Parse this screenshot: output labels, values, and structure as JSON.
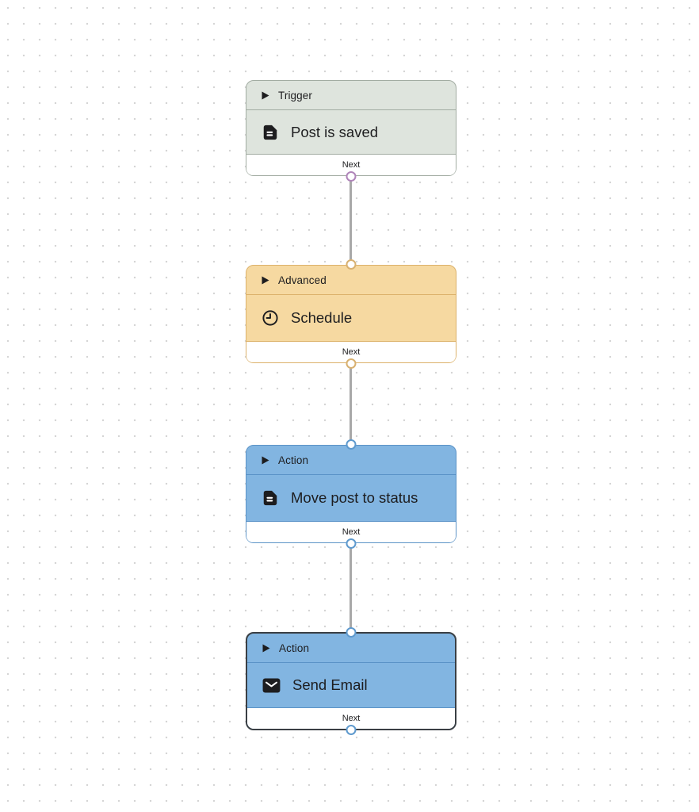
{
  "canvas": {
    "dot_color": "#d5d5d5",
    "edge_color": "#a8a8a8",
    "selected_border_color": "#3a3f44",
    "text_color": "#1d1d1f"
  },
  "nodes": [
    {
      "type_label": "Trigger",
      "title": "Post is saved",
      "footer_label": "Next",
      "icons": {
        "header": "play-icon",
        "body": "document-icon"
      },
      "selected": false,
      "handles": {
        "top": false,
        "bottom": true
      },
      "colors": {
        "bg": "#dee4dd",
        "border": "#a2aca2",
        "handle": "#b085ba"
      }
    },
    {
      "type_label": "Advanced",
      "title": "Schedule",
      "footer_label": "Next",
      "icons": {
        "header": "play-icon",
        "body": "clock-icon"
      },
      "selected": false,
      "handles": {
        "top": true,
        "bottom": true
      },
      "colors": {
        "bg": "#f6d9a1",
        "border": "#dcb26b",
        "handle": "#d8b171"
      }
    },
    {
      "type_label": "Action",
      "title": "Move post to status",
      "footer_label": "Next",
      "icons": {
        "header": "play-icon",
        "body": "document-icon"
      },
      "selected": false,
      "handles": {
        "top": true,
        "bottom": true
      },
      "colors": {
        "bg": "#82b5e1",
        "border": "#5b93c7",
        "handle": "#5f9ace"
      }
    },
    {
      "type_label": "Action",
      "title": "Send Email",
      "footer_label": "Next",
      "icons": {
        "header": "play-icon",
        "body": "envelope-icon"
      },
      "selected": true,
      "handles": {
        "top": true,
        "bottom": true
      },
      "colors": {
        "bg": "#82b5e1",
        "border": "#5b93c7",
        "handle": "#5f9ace"
      }
    }
  ]
}
